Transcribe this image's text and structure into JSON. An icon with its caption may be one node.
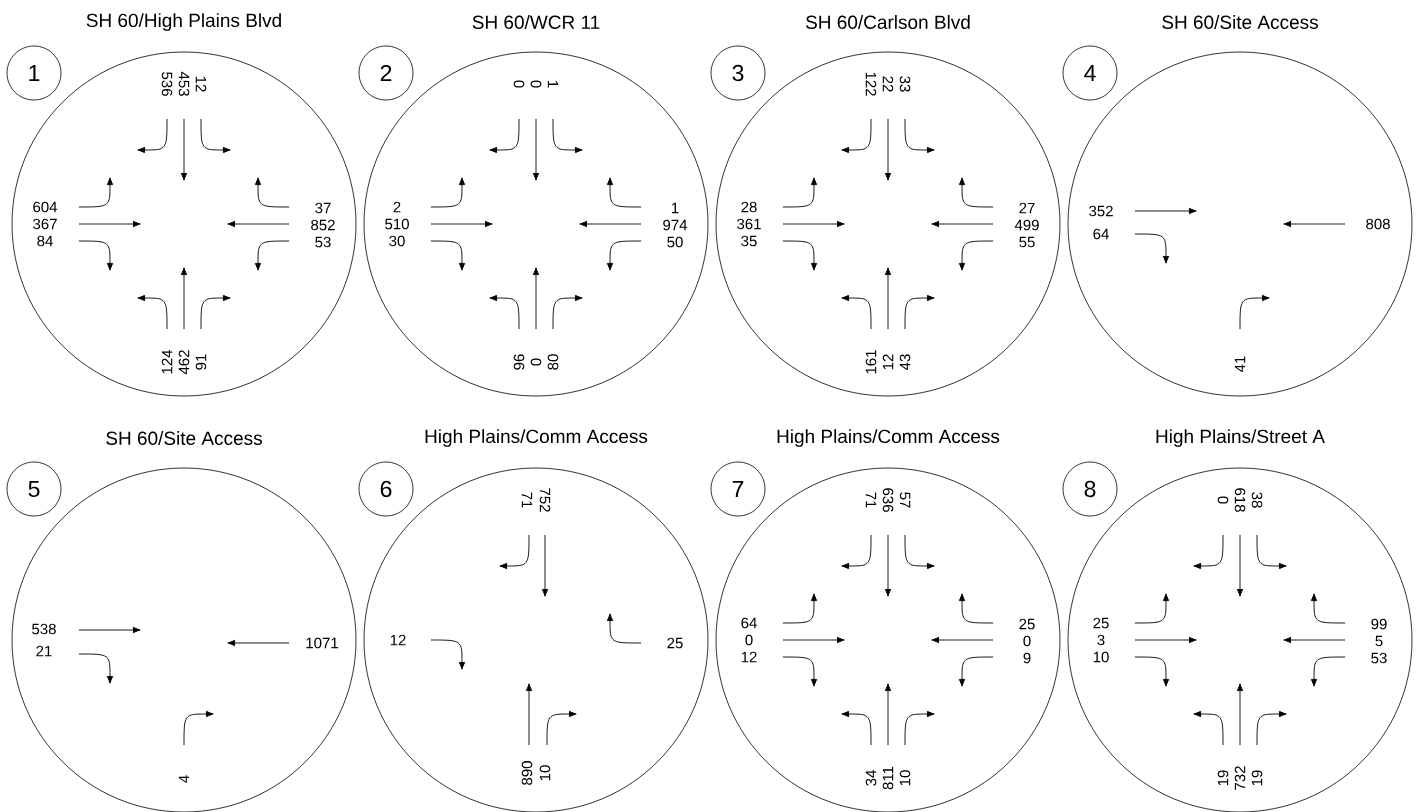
{
  "diagram": {
    "nodes": [
      {
        "text": [
          "SH 60/High Plains Blvd",
          "536",
          "453",
          "12",
          "604",
          "367",
          "84",
          "37",
          "852",
          "53",
          "124",
          "462",
          "91"
        ]
      },
      {
        "text": [
          "1"
        ]
      },
      {
        "text": [
          "SH 60/WCR 11",
          "0",
          "0",
          "1",
          "2",
          "510",
          "30",
          "1",
          "974",
          "50",
          "96",
          "0",
          "80"
        ]
      },
      {
        "text": [
          "2"
        ]
      },
      {
        "text": [
          "SH 60/Carlson Blvd",
          "122",
          "22",
          "33",
          "28",
          "361",
          "35",
          "27",
          "499",
          "55",
          "161",
          "12",
          "43"
        ]
      },
      {
        "text": [
          "3"
        ]
      },
      {
        "text": [
          "SH 60/Site Access",
          "352",
          "64",
          "808",
          "41"
        ]
      },
      {
        "text": [
          "4"
        ]
      },
      {
        "text": [
          "SH 60/Site Access",
          "538",
          "21",
          "1071",
          "4"
        ]
      },
      {
        "text": [
          "5"
        ]
      },
      {
        "text": [
          "High Plains/Comm Access",
          "71",
          "752",
          "12",
          "25",
          "890",
          "10"
        ]
      },
      {
        "text": [
          "6"
        ]
      },
      {
        "text": [
          "High Plains/Comm Access",
          "71",
          "636",
          "57",
          "64",
          "0",
          "12",
          "25",
          "0",
          "9",
          "34",
          "811",
          "10"
        ]
      },
      {
        "text": [
          "7"
        ]
      },
      {
        "text": [
          "High Plains/Street A",
          "0",
          "618",
          "38",
          "25",
          "3",
          "10",
          "99",
          "5",
          "53",
          "19",
          "732",
          "19"
        ]
      },
      {
        "text": [
          "8"
        ]
      }
    ]
  }
}
